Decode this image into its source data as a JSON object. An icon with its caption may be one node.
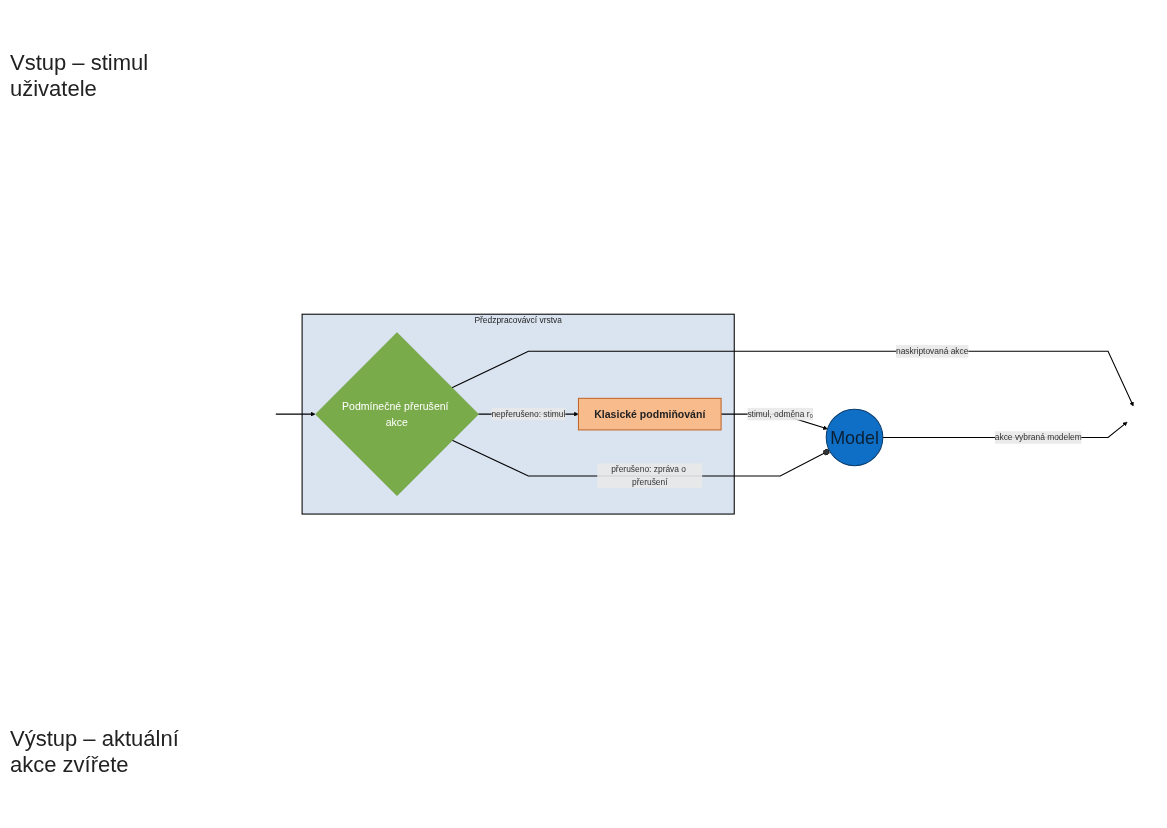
{
  "diagram": {
    "nodes": [
      {
        "text": [
          "Předzpracovávcí vrstva"
        ]
      },
      {
        "text": [
          "Podmínečné přerušení akce"
        ],
        "in": 0
      },
      {
        "text": [
          "Klasické podmiňování"
        ],
        "in": 0
      },
      {
        "text": [
          "Model"
        ]
      }
    ],
    "edges": [
      {
        "from": null,
        "to": 1,
        "arrow": "to"
      },
      {
        "from": 1,
        "to": 2,
        "arrow": "to",
        "label": "nepřerušeno: stimul"
      },
      {
        "from": 2,
        "to": 3,
        "arrow": "to",
        "label": "stimul, odměna r₀"
      },
      {
        "from": 1,
        "to": 3,
        "arrow": "other",
        "label": "přerušeno: zpráva o přerušení"
      },
      {
        "from": 1,
        "to": null,
        "arrow": "to",
        "label": "naskriptovaná akce"
      },
      {
        "from": 3,
        "to": null,
        "arrow": "to",
        "label": "akce vybraná modelem"
      }
    ],
    "labels": [
      "Vstup – stimul uživatele",
      "Výstup – aktuální akce zvířete"
    ]
  }
}
